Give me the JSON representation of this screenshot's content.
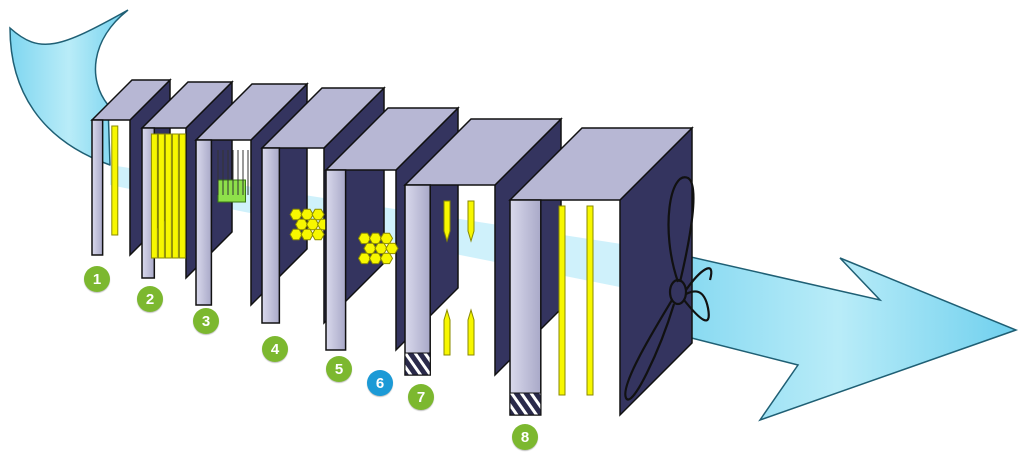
{
  "colors": {
    "airflow": "#9fe3f5",
    "airflow_edge": "#1f6f86",
    "frame_face": "#c9c9e0",
    "frame_back": "#34345f",
    "element": "#f7f700",
    "element_edge": "#8a8a00",
    "green_plate": "#8ee04a",
    "badge_green": "#7cb82f",
    "badge_blue": "#1c9ad6"
  },
  "stages": [
    {
      "label": "1",
      "color": "green",
      "element": "single-tube-icon"
    },
    {
      "label": "2",
      "color": "green",
      "element": "vertical-tubes-icon"
    },
    {
      "label": "3",
      "color": "green",
      "element": "needle-comb-icon"
    },
    {
      "label": "4",
      "color": "green",
      "element": "honeycomb-icon"
    },
    {
      "label": "5",
      "color": "green",
      "element": "honeycomb-icon"
    },
    {
      "label": "6",
      "color": "blue",
      "element": "none"
    },
    {
      "label": "7",
      "color": "green",
      "element": "emitter-pairs-icon"
    },
    {
      "label": "8",
      "color": "green",
      "element": "long-tubes-icon"
    }
  ],
  "fan": {
    "icon": "fan-propeller-icon"
  }
}
